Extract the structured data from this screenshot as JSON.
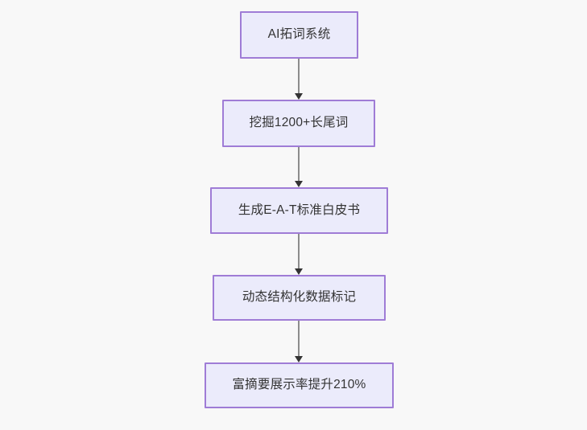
{
  "diagram": {
    "type": "flowchart",
    "direction": "top-to-bottom",
    "background_color": "#f8f8f8",
    "node_fill_color": "#ebebfb",
    "node_border_color": "#9f7cd6",
    "node_text_color": "#333333",
    "edge_line_color": "#8c8c8c",
    "edge_arrow_color": "#333333",
    "nodes": [
      {
        "id": "n0",
        "label": "AI拓词系统"
      },
      {
        "id": "n1",
        "label": "挖掘1200+长尾词"
      },
      {
        "id": "n2",
        "label": "生成E-A-T标准白皮书"
      },
      {
        "id": "n3",
        "label": "动态结构化数据标记"
      },
      {
        "id": "n4",
        "label": "富摘要展示率提升210%"
      }
    ],
    "edges": [
      {
        "from": "n0",
        "to": "n1",
        "label": ""
      },
      {
        "from": "n1",
        "to": "n2",
        "label": ""
      },
      {
        "from": "n2",
        "to": "n3",
        "label": ""
      },
      {
        "from": "n3",
        "to": "n4",
        "label": ""
      }
    ]
  }
}
